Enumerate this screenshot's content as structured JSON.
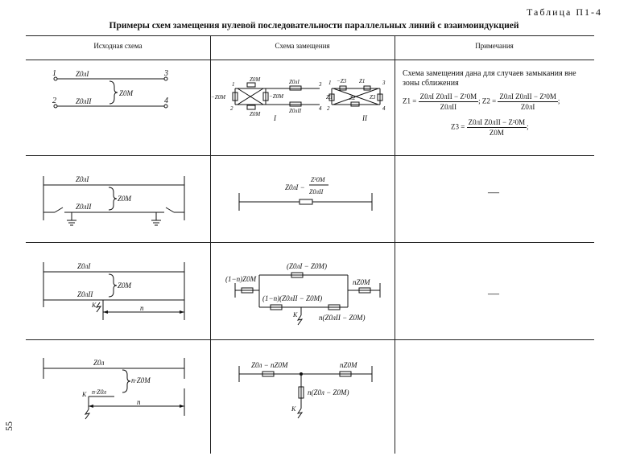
{
  "table_label": "Таблица П1-4",
  "title": "Примеры схем замещения нулевой последовательности параллельных линий с взаимоиндукцией",
  "headers": {
    "source": "Исходная схема",
    "equivalent": "Схема замещения",
    "notes": "Примечания"
  },
  "page_number": "55",
  "row1": {
    "src": {
      "n1": "1",
      "n2": "2",
      "n3": "3",
      "n4": "4",
      "z1": "Z0лI",
      "z2": "Z0лII",
      "zm": "Z0M"
    },
    "eq": {
      "minus_zom": "−Z0M",
      "zom_a": "Z0M",
      "zom_b": "Z0M",
      "z0l1": "Z0лI",
      "z0l2": "Z0лII",
      "minus_zom2": "−Z0M",
      "n1": "1",
      "n2": "2",
      "n3": "3",
      "n4": "4",
      "roman1": "I",
      "r_n1": "1",
      "r_n2": "2",
      "r_n3": "3",
      "r_n4": "4",
      "r_minus_z3": "−Z3",
      "r_z1": "Z1",
      "r_z2": "Z2",
      "r_z3a": "Z3",
      "r_z3b": "Z3",
      "roman2": "II"
    },
    "note_text": "Схема замещения дана для случаев замыкания вне зоны сближения",
    "f1_lhs": "Z1 =",
    "f1_num": "Z0лI Z0лII − Z²0M",
    "f1_den": "Z0лII",
    "f2_lhs": "Z2 =",
    "f2_num": "Z0лI Z0лII − Z²0M",
    "f2_den": "Z0лI",
    "f3_lhs": "Z3 =",
    "f3_num": "Z0лI Z0лII − Z²0M",
    "f3_den": "Z0M"
  },
  "row2": {
    "src": {
      "z1": "Z0лI",
      "z2": "Z0лII",
      "zm": "Z0M"
    },
    "eq": {
      "lhs": "Z0лI −",
      "num": "Z²0M",
      "den": "Z0лII"
    },
    "note": "—"
  },
  "row3": {
    "src": {
      "z1": "Z0лI",
      "z2": "Z0лII",
      "zm": "Z0M",
      "k": "K",
      "n": "n"
    },
    "eq": {
      "top": "(Z0лI − Z0M)",
      "left": "(1−n)Z0M",
      "right": "nZ0M",
      "mid": "(1−n)(Z0лII − Z0M)",
      "bottom": "n(Z0лII − Z0M)",
      "k": "K"
    },
    "note": "—"
  },
  "row4": {
    "src": {
      "z": "Z0л",
      "nzm": "n·Z0M",
      "nzl": "n·Z0л",
      "k": "K",
      "n": "n"
    },
    "eq": {
      "left": "Z0л − nZ0M",
      "right": "nZ0M",
      "vert": "n(Z0л − Z0M)",
      "k": "K"
    }
  }
}
